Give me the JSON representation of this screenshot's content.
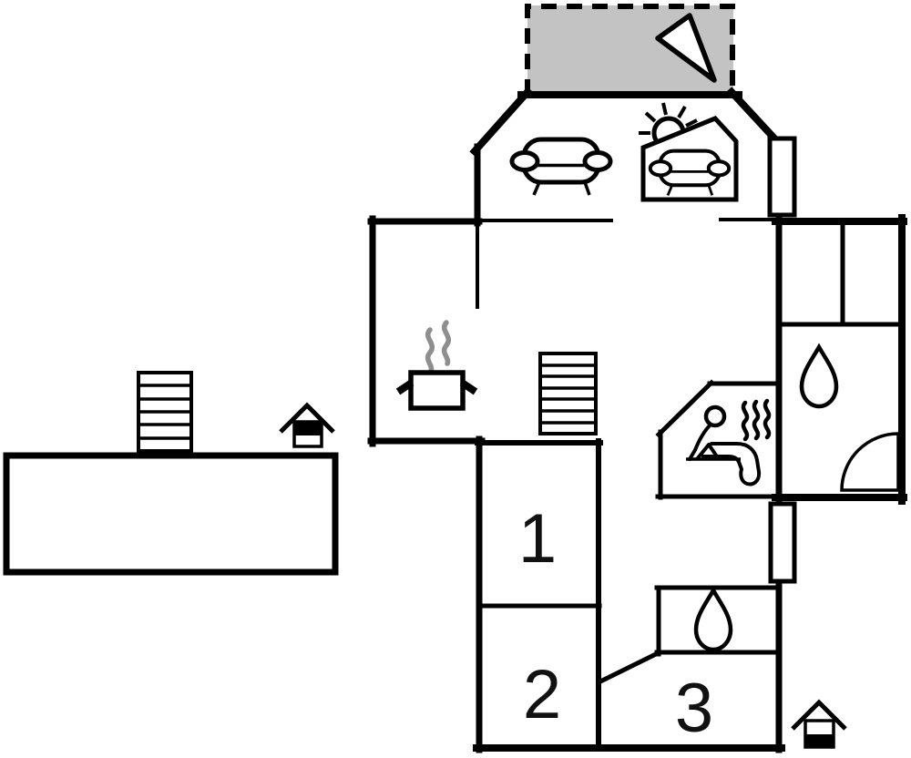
{
  "plan": {
    "type": "floor-plan",
    "colors": {
      "terrace_fill": "#c3c3c3",
      "water_fill": "#b4ecf1",
      "steam_gray": "#8e8e8e",
      "wall": "#000000",
      "background": "#ffffff"
    },
    "rooms": [
      {
        "id": "bedroom-1",
        "label": "1"
      },
      {
        "id": "bedroom-2",
        "label": "2"
      },
      {
        "id": "bedroom-3",
        "label": "3"
      }
    ],
    "icons": [
      "compass-arrow-icon",
      "sofa-icon",
      "conservatory-sofa-icon",
      "sun-icon",
      "cooking-pot-icon",
      "steam-icon",
      "staircase-icon",
      "sauna-person-icon",
      "water-drop-icon",
      "shower-icon",
      "well-icon"
    ]
  }
}
